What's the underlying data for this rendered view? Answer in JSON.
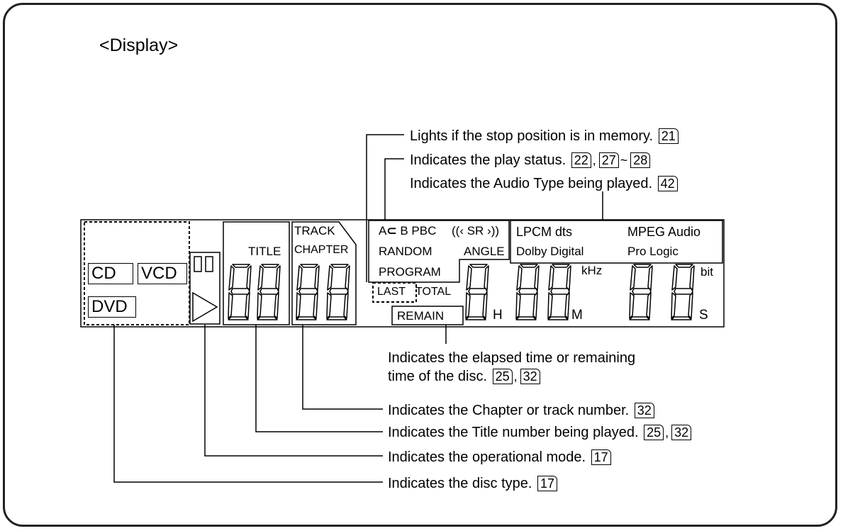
{
  "heading": "<Display>",
  "annotations": [
    {
      "text": "Lights if the stop position is in memory.",
      "refs": [
        "21"
      ],
      "sep": []
    },
    {
      "text": "Indicates the play status.",
      "refs": [
        "22",
        "27",
        "28"
      ],
      "sep": [
        ",",
        "~"
      ]
    },
    {
      "text": "Indicates the Audio Type being played.",
      "refs": [
        "42"
      ],
      "sep": []
    },
    {
      "text": "Indicates the elapsed time or remaining",
      "refs": [],
      "sep": []
    },
    {
      "text": "time of the disc.",
      "refs": [
        "25",
        "32"
      ],
      "sep": [
        ","
      ]
    },
    {
      "text": "Indicates the Chapter or track number.",
      "refs": [
        "32"
      ],
      "sep": []
    },
    {
      "text": "Indicates the Title number being played.",
      "refs": [
        "25",
        "32"
      ],
      "sep": [
        ","
      ]
    },
    {
      "text": "Indicates the operational mode.",
      "refs": [
        "17"
      ],
      "sep": []
    },
    {
      "text": "Indicates the disc type.",
      "refs": [
        "17"
      ],
      "sep": []
    }
  ],
  "display": {
    "disc_types": [
      "CD",
      "VCD",
      "DVD"
    ],
    "title_label": "TITLE",
    "track_label": "TRACK",
    "chapter_label": "CHAPTER",
    "play_status": {
      "ab_prefix": "A",
      "ab_suffix": "B PBC",
      "sr": "((‹ SR ›))",
      "random": "RANDOM",
      "angle": "ANGLE",
      "program": "PROGRAM"
    },
    "last": "LAST",
    "total": "TOTAL",
    "remain": "REMAIN",
    "audio": {
      "lpcm_dts": "LPCM dts",
      "mpeg": "MPEG Audio",
      "dolby": "Dolby Digital",
      "prologic": "Pro Logic"
    },
    "units": {
      "khz": "kHz",
      "bit": "bit",
      "h": "H",
      "m": "M",
      "s": "S"
    }
  }
}
